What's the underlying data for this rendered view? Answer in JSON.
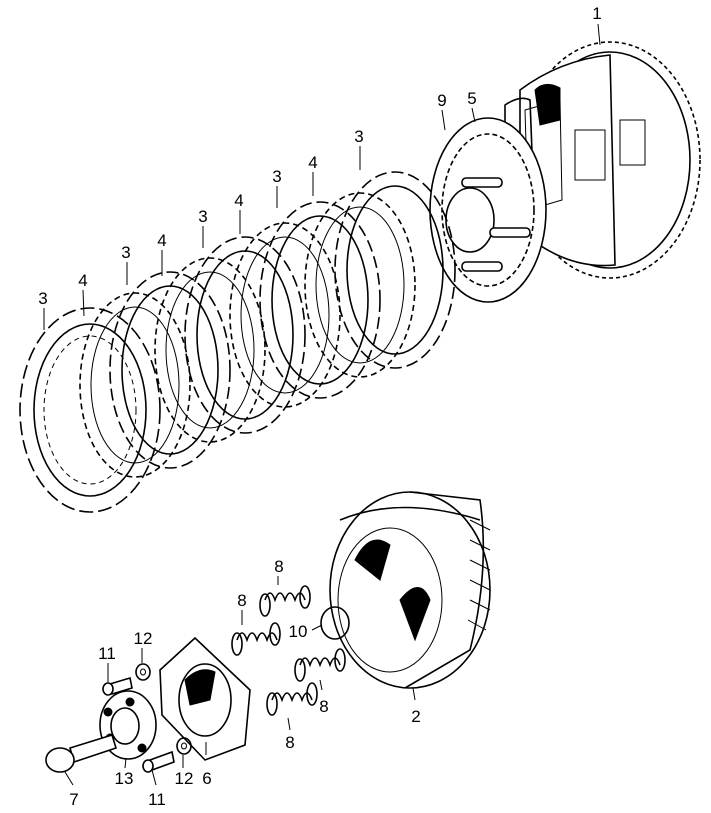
{
  "diagram": {
    "callouts": {
      "c1": "1",
      "c2": "2",
      "c3a": "3",
      "c3b": "3",
      "c3c": "3",
      "c3d": "3",
      "c3e": "3",
      "c4a": "4",
      "c4b": "4",
      "c4c": "4",
      "c4d": "4",
      "c5": "5",
      "c6": "6",
      "c7": "7",
      "c8a": "8",
      "c8b": "8",
      "c8c": "8",
      "c8d": "8",
      "c9": "9",
      "c10": "10",
      "c11a": "11",
      "c11b": "11",
      "c12a": "12",
      "c12b": "12",
      "c13": "13"
    }
  }
}
